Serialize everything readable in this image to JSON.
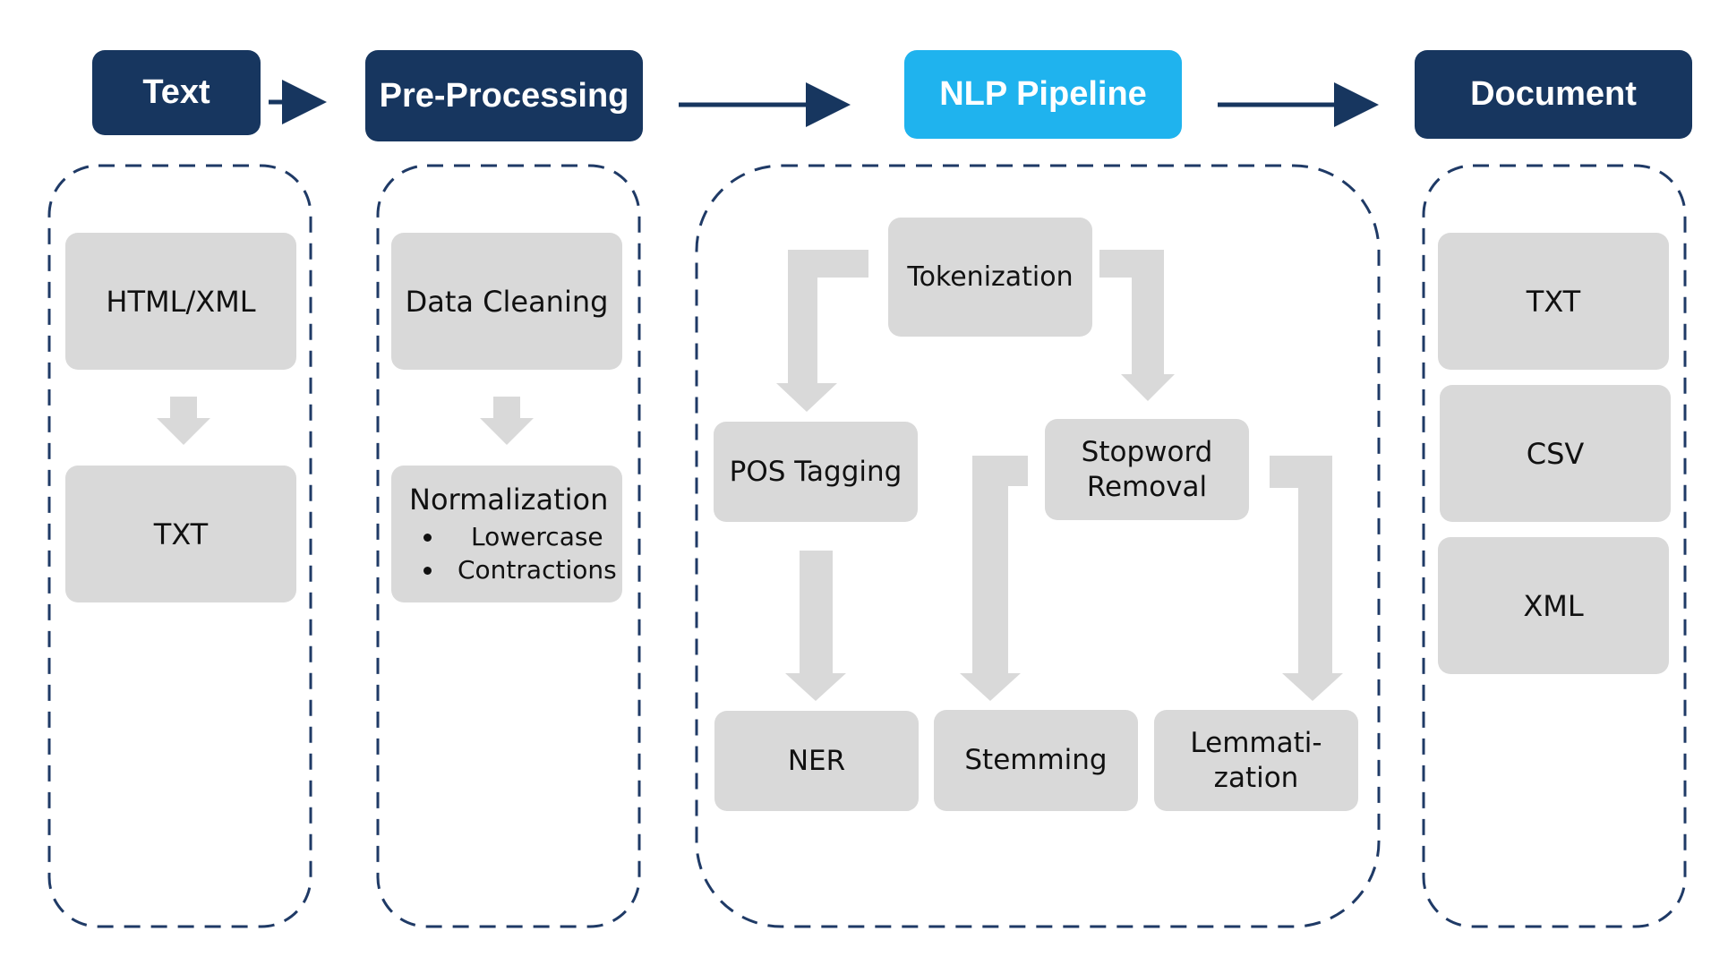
{
  "headers": {
    "text": "Text",
    "preprocessing": "Pre-Processing",
    "nlp_pipeline": "NLP Pipeline",
    "document": "Document"
  },
  "text_column": {
    "box1": "HTML/XML",
    "box2": "TXT"
  },
  "preprocessing_column": {
    "box1": "Data Cleaning",
    "normalization": {
      "title": "Normalization",
      "items": [
        "Lowercase",
        "Contractions"
      ]
    }
  },
  "nlp_column": {
    "tokenization": "Tokenization",
    "pos_tagging": "POS Tagging",
    "stopword_line1": "Stopword",
    "stopword_line2": "Removal",
    "ner": "NER",
    "stemming": "Stemming",
    "lemma_line1": "Lemmati-",
    "lemma_line2": "zation"
  },
  "document_column": {
    "box1": "TXT",
    "box2": "CSV",
    "box3": "XML"
  },
  "colors": {
    "navy": "#17365f",
    "cyan": "#1fb3ee",
    "gray_box": "#d9d9d9",
    "dash": "#1f3a66"
  }
}
